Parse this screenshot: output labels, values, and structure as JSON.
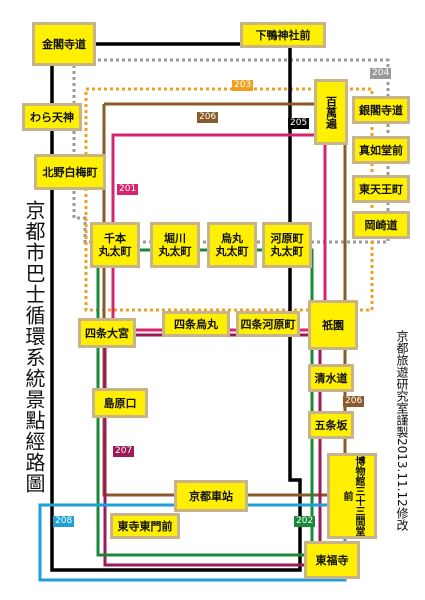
{
  "title": "京都市巴士循環系統景點經路圖",
  "credit": "京都旅遊研究室謹製2013.11.12修改",
  "stops": {
    "kinkakuji": "金閣寺道",
    "shimogamo": "下鴨神社前",
    "waratenjin": "わら天神",
    "kitanohakubaicho": "北野白梅町",
    "hyakumanben": "百萬遍",
    "ginkakuji": "銀閣寺道",
    "shinnyodo": "真如堂前",
    "higashitenno": "東天王町",
    "okazakimichi": "岡崎道",
    "senbon": "千本\n丸太町",
    "horikawa": "堀川\n丸太町",
    "karasuma": "烏丸\n丸太町",
    "kawaramachi": "河原町\n丸太町",
    "shijoomiya": "四条大宮",
    "shijokarasuma": "四条烏丸",
    "shijokawaramachi": "四条河原町",
    "gion": "祇園",
    "kiyomizu": "清水道",
    "gojozaka": "五条坂",
    "shimabara": "島原口",
    "museum": "博物館三十三間堂前",
    "kyotostation": "京都車站",
    "toji": "東寺東門前",
    "tofukuji": "東福寺"
  },
  "route_tags": {
    "r203": "203",
    "r204": "204",
    "r206a": "206",
    "r205": "205",
    "r201": "201",
    "r206b": "206",
    "r207": "207",
    "r208": "208",
    "r202": "202"
  },
  "colors": {
    "route_205": "#000000",
    "route_204": "#9a9a9a",
    "route_203": "#f0a020",
    "route_206": "#8b5a2b",
    "route_201": "#d6246e",
    "route_202": "#1a8a3a",
    "route_207": "#9b1a5a",
    "route_208": "#1e9fd8",
    "stop_fill": "#ffef00",
    "stop_border": "#c9b48a"
  }
}
